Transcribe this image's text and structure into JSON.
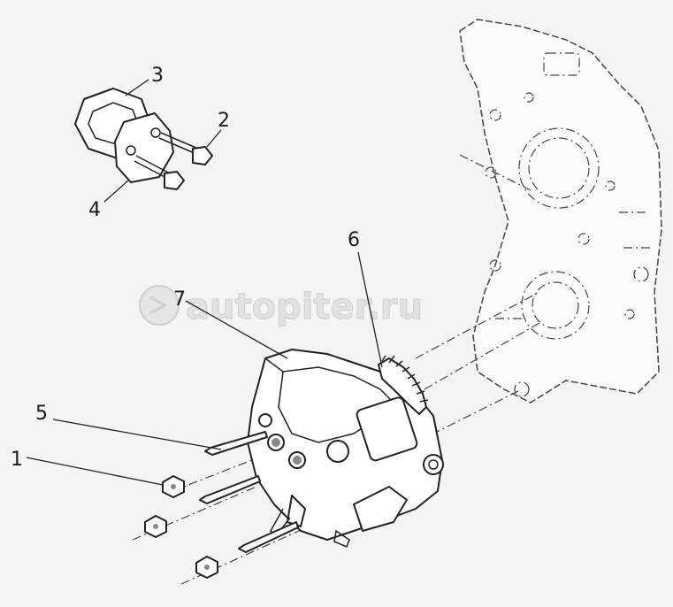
{
  "diagram": {
    "watermark": "autopiter.ru",
    "watermark_icon": "a-arrow-logo-icon",
    "callouts": [
      {
        "id": "1",
        "label": "1"
      },
      {
        "id": "2",
        "label": "2"
      },
      {
        "id": "3",
        "label": "3"
      },
      {
        "id": "4",
        "label": "4"
      },
      {
        "id": "5",
        "label": "5"
      },
      {
        "id": "6",
        "label": "6"
      },
      {
        "id": "7",
        "label": "7"
      }
    ]
  }
}
